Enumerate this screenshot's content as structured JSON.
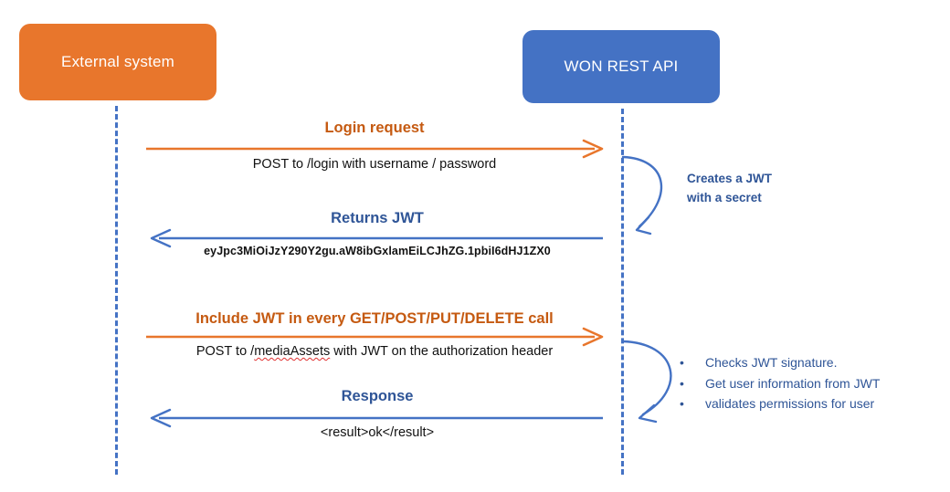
{
  "diagram": {
    "type": "sequence-diagram",
    "title": "JWT authentication flow between External system and WON REST API",
    "colors": {
      "orange_fill": "#E8762C",
      "blue_fill": "#4472C4",
      "orange_arrow": "#E8762C",
      "blue_arrow": "#4472C4",
      "orange_text": "#C55A11",
      "blue_text": "#2F5597",
      "caption_text": "#111111",
      "spellcheck_underline": "#E03030"
    }
  },
  "participants": [
    {
      "id": "external-system",
      "label": "External system",
      "side": "left",
      "fill": "#E8762C"
    },
    {
      "id": "won-rest-api",
      "label": "WON REST API",
      "side": "right",
      "fill": "#4472C4"
    }
  ],
  "messages": [
    {
      "id": "login-request",
      "title": "Login request",
      "caption": "POST to /login with username / password",
      "direction": "left-to-right",
      "color": "orange"
    },
    {
      "id": "returns-jwt",
      "title": "Returns JWT",
      "caption": "eyJpc3MiOiJzY290Y2gu.aW8ibGxlamEiLCJhZG.1pbiI6dHJ1ZX0",
      "direction": "right-to-left",
      "color": "blue"
    },
    {
      "id": "include-jwt",
      "title": "Include JWT in every GET/POST/PUT/DELETE call",
      "caption_before": "POST to /",
      "caption_misspelled": "mediaAssets",
      "caption_after": " with JWT on the authorization header",
      "direction": "left-to-right",
      "color": "orange"
    },
    {
      "id": "response",
      "title": "Response",
      "caption": "<result>ok</result>",
      "direction": "right-to-left",
      "color": "blue"
    }
  ],
  "self_actions": [
    {
      "id": "creates-jwt",
      "lines": [
        "Creates a JWT",
        "with a secret"
      ],
      "on": "won-rest-api"
    },
    {
      "id": "validates-jwt",
      "bullets": [
        "Checks JWT signature.",
        "Get user information from JWT",
        "validates permissions for user"
      ],
      "on": "won-rest-api"
    }
  ]
}
